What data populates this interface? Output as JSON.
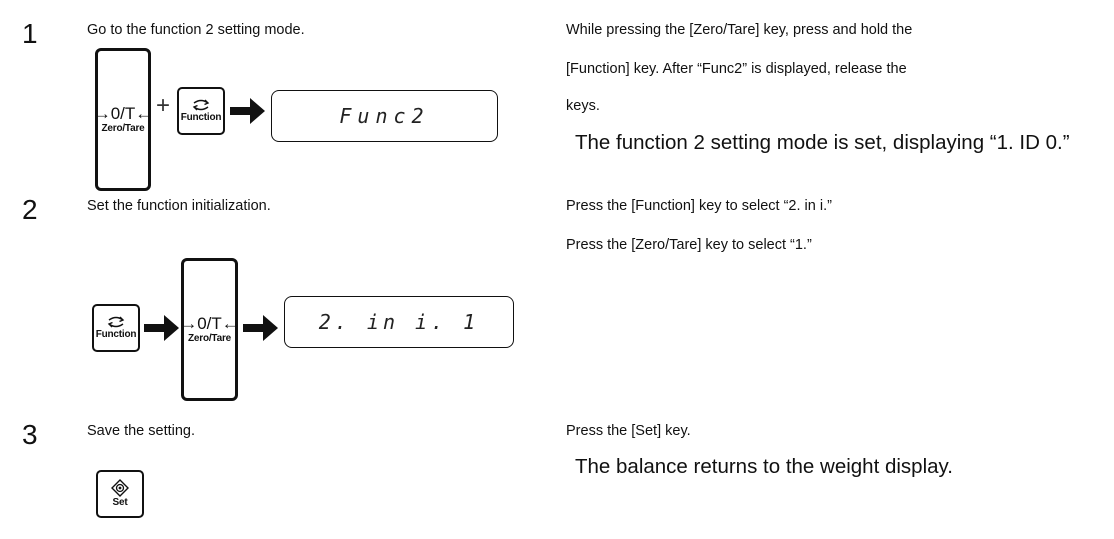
{
  "steps": [
    {
      "number": "1",
      "instruction": "Go to the function 2 setting mode.",
      "description_lines": [
        "While pressing the [Zero/Tare] key, press and hold the",
        "[Function] key. After “Func2” is displayed, release the",
        "keys."
      ],
      "result": "The function 2 setting mode is set, displaying “1. ID 0.”",
      "display": "Func2"
    },
    {
      "number": "2",
      "instruction": "Set the function initialization.",
      "description_lines": [
        "Press the [Function] key to select “2. in i.”",
        "Press the [Zero/Tare] key to select “1.”"
      ],
      "display": "2. in i. 1"
    },
    {
      "number": "3",
      "instruction": "Save the setting.",
      "description_lines": [
        "Press the [Set] key."
      ],
      "result": "The balance returns to the weight display."
    }
  ],
  "keys": {
    "zero_tare_symbol": "→0/T←",
    "zero_tare_label": "Zero/Tare",
    "function_label": "Function",
    "set_label": "Set"
  },
  "icons": [
    "arrow-right-icon",
    "function-cycle-icon",
    "set-diamond-icon",
    "plus-icon"
  ]
}
